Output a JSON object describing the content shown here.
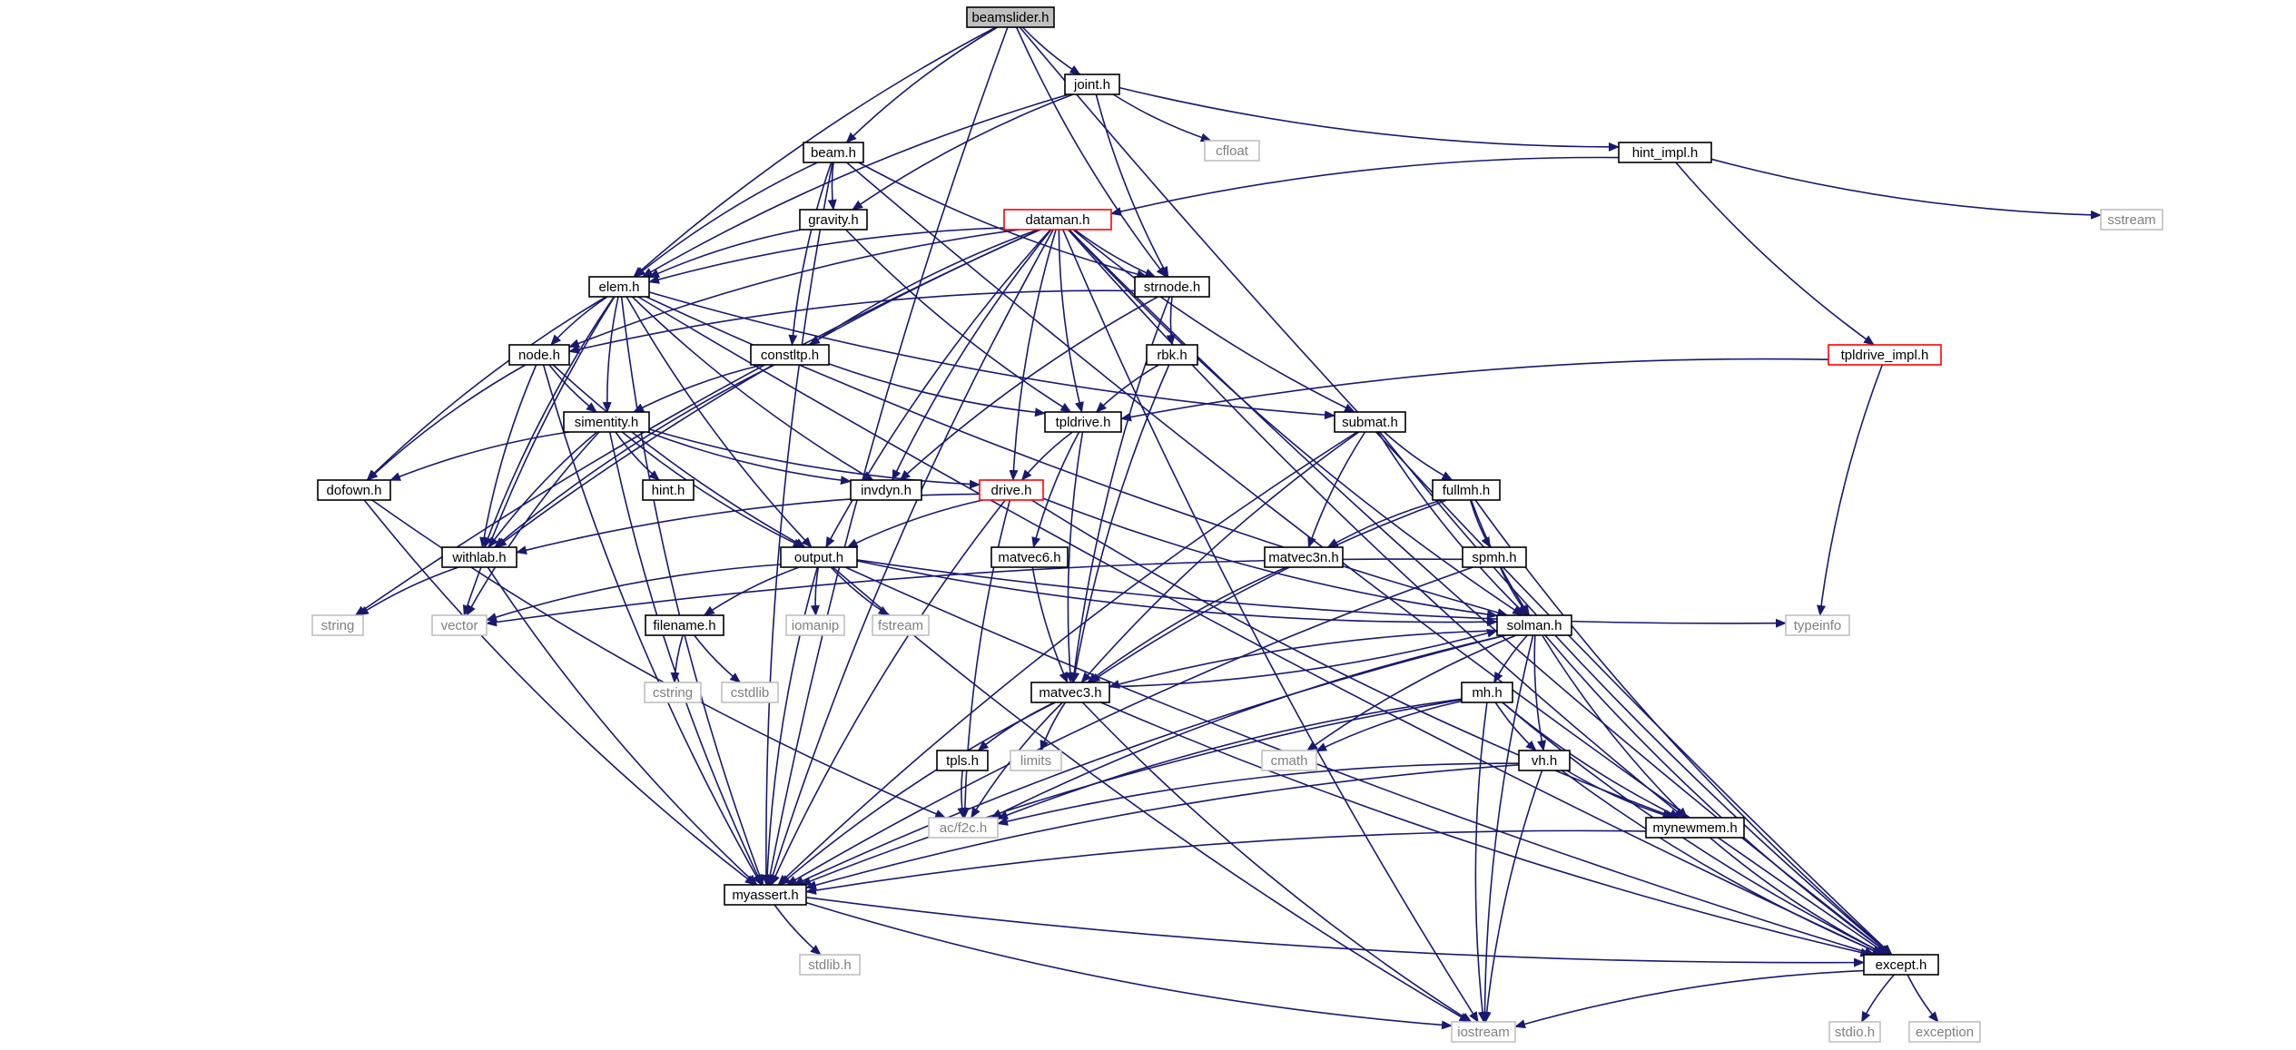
{
  "colors": {
    "edge": "#191970",
    "node_border_normal": "#000000",
    "node_border_missing": "#bfbfbf",
    "node_border_highlight": "#ff0000",
    "root_fill": "#bfbfbf",
    "node_fill": "#ffffff",
    "text_normal": "#000000",
    "text_missing": "#7f7f7f"
  },
  "nodes": [
    {
      "id": "beamslider",
      "label": "beamslider.h",
      "kind": "root"
    },
    {
      "id": "joint",
      "label": "joint.h",
      "kind": "normal"
    },
    {
      "id": "cfloat",
      "label": "cfloat",
      "kind": "missing"
    },
    {
      "id": "beam",
      "label": "beam.h",
      "kind": "normal"
    },
    {
      "id": "hint_impl",
      "label": "hint_impl.h",
      "kind": "normal"
    },
    {
      "id": "gravity",
      "label": "gravity.h",
      "kind": "normal"
    },
    {
      "id": "dataman",
      "label": "dataman.h",
      "kind": "highlight"
    },
    {
      "id": "sstream",
      "label": "sstream",
      "kind": "missing"
    },
    {
      "id": "elem",
      "label": "elem.h",
      "kind": "normal"
    },
    {
      "id": "strnode",
      "label": "strnode.h",
      "kind": "normal"
    },
    {
      "id": "node",
      "label": "node.h",
      "kind": "normal"
    },
    {
      "id": "constltp",
      "label": "constltp.h",
      "kind": "normal"
    },
    {
      "id": "rbk",
      "label": "rbk.h",
      "kind": "normal"
    },
    {
      "id": "tpldrive_impl",
      "label": "tpldrive_impl.h",
      "kind": "highlight"
    },
    {
      "id": "simentity",
      "label": "simentity.h",
      "kind": "normal"
    },
    {
      "id": "tpldrive",
      "label": "tpldrive.h",
      "kind": "normal"
    },
    {
      "id": "submat",
      "label": "submat.h",
      "kind": "normal"
    },
    {
      "id": "dofown",
      "label": "dofown.h",
      "kind": "normal"
    },
    {
      "id": "hint",
      "label": "hint.h",
      "kind": "normal"
    },
    {
      "id": "invdyn",
      "label": "invdyn.h",
      "kind": "normal"
    },
    {
      "id": "drive",
      "label": "drive.h",
      "kind": "highlight"
    },
    {
      "id": "fullmh",
      "label": "fullmh.h",
      "kind": "normal"
    },
    {
      "id": "withlab",
      "label": "withlab.h",
      "kind": "normal"
    },
    {
      "id": "output",
      "label": "output.h",
      "kind": "normal"
    },
    {
      "id": "matvec6",
      "label": "matvec6.h",
      "kind": "normal"
    },
    {
      "id": "matvec3n",
      "label": "matvec3n.h",
      "kind": "normal"
    },
    {
      "id": "spmh",
      "label": "spmh.h",
      "kind": "normal"
    },
    {
      "id": "string",
      "label": "string",
      "kind": "missing"
    },
    {
      "id": "vector",
      "label": "vector",
      "kind": "missing"
    },
    {
      "id": "iomanip",
      "label": "iomanip",
      "kind": "missing"
    },
    {
      "id": "fstream",
      "label": "fstream",
      "kind": "missing"
    },
    {
      "id": "typeinfo",
      "label": "typeinfo",
      "kind": "missing"
    },
    {
      "id": "filename",
      "label": "filename.h",
      "kind": "normal"
    },
    {
      "id": "solman",
      "label": "solman.h",
      "kind": "normal"
    },
    {
      "id": "cstring",
      "label": "cstring",
      "kind": "missing"
    },
    {
      "id": "cstdlib",
      "label": "cstdlib",
      "kind": "missing"
    },
    {
      "id": "matvec3",
      "label": "matvec3.h",
      "kind": "normal"
    },
    {
      "id": "mh",
      "label": "mh.h",
      "kind": "normal"
    },
    {
      "id": "tpls",
      "label": "tpls.h",
      "kind": "normal"
    },
    {
      "id": "limits",
      "label": "limits",
      "kind": "missing"
    },
    {
      "id": "cmath",
      "label": "cmath",
      "kind": "missing"
    },
    {
      "id": "vh",
      "label": "vh.h",
      "kind": "normal"
    },
    {
      "id": "acf2c",
      "label": "ac/f2c.h",
      "kind": "missing"
    },
    {
      "id": "mynewmem",
      "label": "mynewmem.h",
      "kind": "normal"
    },
    {
      "id": "myassert",
      "label": "myassert.h",
      "kind": "normal"
    },
    {
      "id": "stdlib",
      "label": "stdlib.h",
      "kind": "missing"
    },
    {
      "id": "except",
      "label": "except.h",
      "kind": "normal"
    },
    {
      "id": "stdio",
      "label": "stdio.h",
      "kind": "missing"
    },
    {
      "id": "exception",
      "label": "exception",
      "kind": "missing"
    },
    {
      "id": "iostream",
      "label": "iostream",
      "kind": "missing"
    }
  ],
  "edges": [
    [
      "beamslider",
      "joint"
    ],
    [
      "beamslider",
      "beam"
    ],
    [
      "beamslider",
      "elem"
    ],
    [
      "beamslider",
      "myassert"
    ],
    [
      "beamslider",
      "except"
    ],
    [
      "beamslider",
      "strnode"
    ],
    [
      "joint",
      "cfloat"
    ],
    [
      "joint",
      "hint_impl"
    ],
    [
      "joint",
      "gravity"
    ],
    [
      "joint",
      "elem"
    ],
    [
      "joint",
      "strnode"
    ],
    [
      "beam",
      "gravity"
    ],
    [
      "beam",
      "elem"
    ],
    [
      "beam",
      "constltp"
    ],
    [
      "beam",
      "strnode"
    ],
    [
      "beam",
      "myassert"
    ],
    [
      "beam",
      "except"
    ],
    [
      "hint_impl",
      "sstream"
    ],
    [
      "hint_impl",
      "dataman"
    ],
    [
      "hint_impl",
      "tpldrive_impl"
    ],
    [
      "gravity",
      "elem"
    ],
    [
      "gravity",
      "tpldrive"
    ],
    [
      "dataman",
      "elem"
    ],
    [
      "dataman",
      "strnode"
    ],
    [
      "dataman",
      "constltp"
    ],
    [
      "dataman",
      "submat"
    ],
    [
      "dataman",
      "tpldrive"
    ],
    [
      "dataman",
      "invdyn"
    ],
    [
      "dataman",
      "drive"
    ],
    [
      "dataman",
      "node"
    ],
    [
      "dataman",
      "output"
    ],
    [
      "dataman",
      "withlab"
    ],
    [
      "dataman",
      "solman"
    ],
    [
      "dataman",
      "myassert"
    ],
    [
      "dataman",
      "except"
    ],
    [
      "dataman",
      "mynewmem"
    ],
    [
      "dataman",
      "string"
    ],
    [
      "dataman",
      "iostream"
    ],
    [
      "elem",
      "node"
    ],
    [
      "elem",
      "simentity"
    ],
    [
      "elem",
      "output"
    ],
    [
      "elem",
      "withlab"
    ],
    [
      "elem",
      "dofown"
    ],
    [
      "elem",
      "invdyn"
    ],
    [
      "elem",
      "submat"
    ],
    [
      "elem",
      "solman"
    ],
    [
      "elem",
      "myassert"
    ],
    [
      "elem",
      "except"
    ],
    [
      "elem",
      "vector"
    ],
    [
      "strnode",
      "node"
    ],
    [
      "strnode",
      "rbk"
    ],
    [
      "strnode",
      "invdyn"
    ],
    [
      "strnode",
      "matvec3"
    ],
    [
      "node",
      "simentity"
    ],
    [
      "node",
      "dofown"
    ],
    [
      "node",
      "withlab"
    ],
    [
      "node",
      "output"
    ],
    [
      "node",
      "myassert"
    ],
    [
      "constltp",
      "simentity"
    ],
    [
      "constltp",
      "tpldrive"
    ],
    [
      "constltp",
      "withlab"
    ],
    [
      "rbk",
      "tpldrive"
    ],
    [
      "rbk",
      "matvec3"
    ],
    [
      "tpldrive_impl",
      "tpldrive"
    ],
    [
      "tpldrive_impl",
      "typeinfo"
    ],
    [
      "simentity",
      "dofown"
    ],
    [
      "simentity",
      "hint"
    ],
    [
      "simentity",
      "invdyn"
    ],
    [
      "simentity",
      "drive"
    ],
    [
      "simentity",
      "withlab"
    ],
    [
      "simentity",
      "output"
    ],
    [
      "simentity",
      "myassert"
    ],
    [
      "simentity",
      "vector"
    ],
    [
      "tpldrive",
      "drive"
    ],
    [
      "tpldrive",
      "matvec6"
    ],
    [
      "tpldrive",
      "matvec3"
    ],
    [
      "submat",
      "fullmh"
    ],
    [
      "submat",
      "matvec3n"
    ],
    [
      "submat",
      "matvec3"
    ],
    [
      "submat",
      "solman"
    ],
    [
      "submat",
      "myassert"
    ],
    [
      "submat",
      "except"
    ],
    [
      "dofown",
      "myassert"
    ],
    [
      "dofown",
      "acf2c"
    ],
    [
      "drive",
      "withlab"
    ],
    [
      "drive",
      "output"
    ],
    [
      "drive",
      "solman"
    ],
    [
      "drive",
      "mynewmem"
    ],
    [
      "drive",
      "acf2c"
    ],
    [
      "drive",
      "myassert"
    ],
    [
      "fullmh",
      "matvec3n"
    ],
    [
      "fullmh",
      "spmh"
    ],
    [
      "fullmh",
      "solman"
    ],
    [
      "fullmh",
      "except"
    ],
    [
      "fullmh",
      "matvec3"
    ],
    [
      "withlab",
      "string"
    ],
    [
      "withlab",
      "myassert"
    ],
    [
      "output",
      "vector"
    ],
    [
      "output",
      "iomanip"
    ],
    [
      "output",
      "fstream"
    ],
    [
      "output",
      "filename"
    ],
    [
      "output",
      "solman"
    ],
    [
      "output",
      "typeinfo"
    ],
    [
      "output",
      "myassert"
    ],
    [
      "output",
      "except"
    ],
    [
      "output",
      "iostream"
    ],
    [
      "matvec6",
      "matvec3"
    ],
    [
      "matvec3n",
      "matvec3"
    ],
    [
      "spmh",
      "solman"
    ],
    [
      "spmh",
      "vector"
    ],
    [
      "spmh",
      "myassert"
    ],
    [
      "filename",
      "cstring"
    ],
    [
      "filename",
      "cstdlib"
    ],
    [
      "solman",
      "matvec3"
    ],
    [
      "solman",
      "mh"
    ],
    [
      "solman",
      "vh"
    ],
    [
      "solman",
      "mynewmem"
    ],
    [
      "solman",
      "cmath"
    ],
    [
      "solman",
      "acf2c"
    ],
    [
      "solman",
      "myassert"
    ],
    [
      "solman",
      "except"
    ],
    [
      "solman",
      "iostream"
    ],
    [
      "matvec3",
      "solman"
    ],
    [
      "matvec3",
      "tpls"
    ],
    [
      "matvec3",
      "limits"
    ],
    [
      "matvec3",
      "acf2c"
    ],
    [
      "matvec3",
      "myassert"
    ],
    [
      "matvec3",
      "except"
    ],
    [
      "matvec3",
      "iostream"
    ],
    [
      "mh",
      "cmath"
    ],
    [
      "mh",
      "vh"
    ],
    [
      "mh",
      "mynewmem"
    ],
    [
      "mh",
      "acf2c"
    ],
    [
      "mh",
      "myassert"
    ],
    [
      "mh",
      "except"
    ],
    [
      "mh",
      "iostream"
    ],
    [
      "tpls",
      "acf2c"
    ],
    [
      "vh",
      "mynewmem"
    ],
    [
      "vh",
      "acf2c"
    ],
    [
      "vh",
      "myassert"
    ],
    [
      "vh",
      "except"
    ],
    [
      "vh",
      "iostream"
    ],
    [
      "mynewmem",
      "myassert"
    ],
    [
      "mynewmem",
      "except"
    ],
    [
      "myassert",
      "stdlib"
    ],
    [
      "myassert",
      "except"
    ],
    [
      "myassert",
      "iostream"
    ],
    [
      "except",
      "stdio"
    ],
    [
      "except",
      "exception"
    ],
    [
      "except",
      "iostream"
    ]
  ]
}
